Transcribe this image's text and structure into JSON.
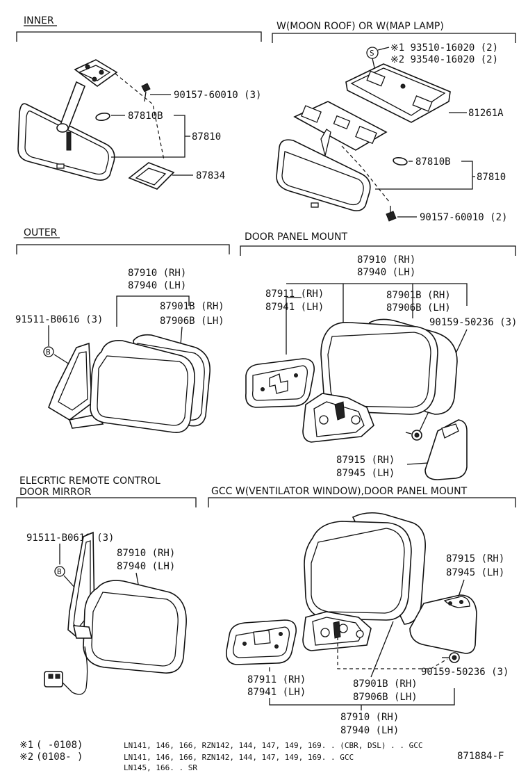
{
  "sections": {
    "inner": "INNER",
    "moon_roof": "W(MOON ROOF) OR W(MAP LAMP)",
    "outer": "OUTER",
    "door_panel_mount": "DOOR PANEL MOUNT",
    "electric_remote_1": "ELECRTIC REMOTE CONTROL",
    "electric_remote_2": "DOOR MIRROR",
    "gcc": "GCC W(VENTILATOR WINDOW),DOOR PANEL MOUNT"
  },
  "inner_labels": {
    "screw": "90157-60010 (3)",
    "bulb": "87810B",
    "mirror": "87810",
    "cover": "87834"
  },
  "moon_roof_labels": {
    "mark_s": "S",
    "part1": "※1 93510-16020 (2)",
    "part2": "※2 93540-16020 (2)",
    "console": "81261A",
    "bulb": "87810B",
    "mirror": "87810",
    "screw": "90157-60010 (2)"
  },
  "outer_labels": {
    "mirror_rh": "87910 (RH)",
    "mirror_lh": "87940 (LH)",
    "glass_rh": "87901B (RH)",
    "glass_lh": "87906B (LH)",
    "screw": "91511-B0616 (3)",
    "mark_b": "B"
  },
  "door_panel_labels": {
    "mirror_rh": "87910 (RH)",
    "mirror_lh": "87940 (LH)",
    "gasket_rh": "87911 (RH)",
    "gasket_lh": "87941 (LH)",
    "glass_rh": "87901B (RH)",
    "glass_lh": "87906B (LH)",
    "screw": "90159-50236 (3)",
    "cover_rh": "87915 (RH)",
    "cover_lh": "87945 (LH)"
  },
  "electric_labels": {
    "screw": "91511-B0616 (3)",
    "mark_b": "B",
    "mirror_rh": "87910 (RH)",
    "mirror_lh": "87940 (LH)"
  },
  "gcc_labels": {
    "cover_rh": "87915 (RH)",
    "cover_lh": "87945 (LH)",
    "screw": "90159-50236 (3)",
    "gasket_rh": "87911 (RH)",
    "gasket_lh": "87941 (LH)",
    "glass_rh": "87901B (RH)",
    "glass_lh": "87906B (LH)",
    "mirror_rh": "87910 (RH)",
    "mirror_lh": "87940 (LH)"
  },
  "footnotes": {
    "n1_mark": "※1",
    "n1_range": "(        -0108)",
    "n1_models": "LN141, 146, 166, RZN142, 144, 147, 149, 169. . (CBR, DSL) . . GCC",
    "n2_mark": "※2",
    "n2_range": "(0108-        )",
    "n2_models": "LN141, 146, 166, RZN142, 144, 147, 149, 169. . GCC",
    "n3_models": "LN145, 166. . SR",
    "figure_number": "871884-F"
  }
}
